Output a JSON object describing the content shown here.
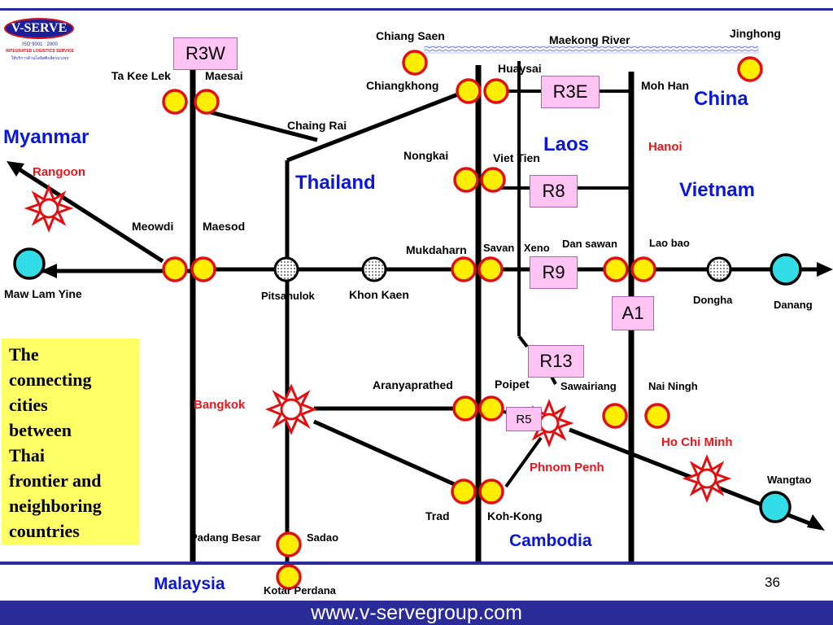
{
  "logo": {
    "brand": "V-SERVE",
    "iso": "ISO 9001 : 2000",
    "tagline": "INTEGRATED LOGISTICS SERVICE",
    "thai_text": "ให้บริการด้านโลจิสติกส์ครบวงจร"
  },
  "countries": {
    "myanmar": "Myanmar",
    "thailand": "Thailand",
    "laos": "Laos",
    "china": "China",
    "vietnam": "Vietnam",
    "cambodia": "Cambodia",
    "malaysia": "Malaysia"
  },
  "capitals": {
    "rangoon": "Rangoon",
    "bangkok": "Bangkok",
    "hanoi": "Hanoi",
    "phnom_penh": "Phnom Penh",
    "ho_chi_minh": "Ho Chi Minh"
  },
  "cities": {
    "chiang_saen": "Chiang Saen",
    "maekong_river": "Maekong River",
    "jinghong": "Jinghong",
    "huaysai": "Huaysai",
    "chiangkhong": "Chiangkhong",
    "moh_han": "Moh Han",
    "ta_kee_lek": "Ta Kee Lek",
    "maesai": "Maesai",
    "chaing_rai": "Chaing Rai",
    "nongkai": "Nongkai",
    "viet_tien": "Viet Tien",
    "meowdi": "Meowdi",
    "maesod": "Maesod",
    "mukdaharn": "Mukdaharn",
    "savan_xeno": "Savan - Xeno",
    "dan_sawan": "Dan sawan",
    "lao_bao": "Lao bao",
    "maw_lam_yine": "Maw Lam Yine",
    "pitsanulok": "Pitsanulok",
    "khon_kaen": "Khon Kaen",
    "dongha": "Dongha",
    "danang": "Danang",
    "aranyaprathed": "Aranyaprathed",
    "poipet": "Poipet",
    "sawairiang": "Sawairiang",
    "nai_ningh": "Nai Ningh",
    "wangtao": "Wangtao",
    "trad": "Trad",
    "koh_kong": "Koh-Kong",
    "padang_besar": "Padang Besar",
    "sadao": "Sadao",
    "kotar_perdana": "Kotar Perdana"
  },
  "routes": {
    "r3w": "R3W",
    "r3e": "R3E",
    "r8": "R8",
    "r9": "R9",
    "a1": "A1",
    "r13": "R13",
    "r5": "R5"
  },
  "caption": "The\nconnecting\ncities\nbetween\nThai\nfrontier and\nneighboring\ncountries",
  "page_number": "36",
  "footer": "www.v-servegroup.com",
  "colors": {
    "bar": "#2a2a99",
    "country_text": "#0a17d8",
    "capital_text": "#e8161a",
    "city_marker_fill": "#ffee00",
    "city_marker_ring": "#e01010",
    "terminal_marker": "#33dde8",
    "route_box": "#ffc4f4",
    "caption_box": "#ffff66",
    "river": "#6f7fe6"
  }
}
